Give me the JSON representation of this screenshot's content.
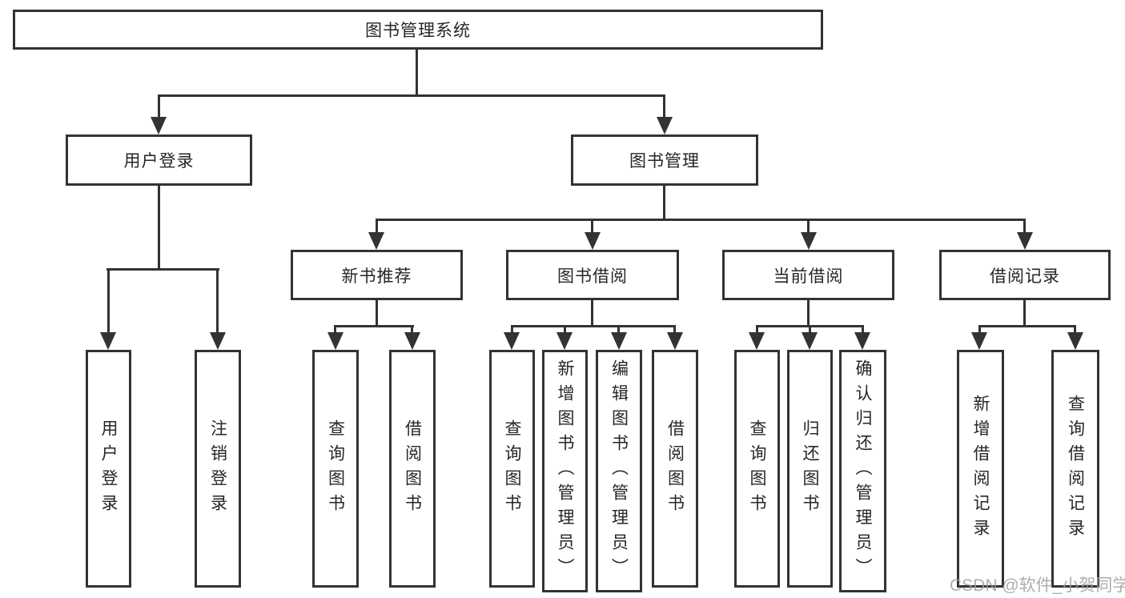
{
  "diagram_type": "hierarchy-tree",
  "colors": {
    "line": "#333333",
    "box_border": "#333333",
    "text": "#262626",
    "background": "#ffffff",
    "watermark": "#a0a0a0"
  },
  "tree": {
    "label": "图书管理系统",
    "children": [
      {
        "label": "用户登录",
        "children": [
          {
            "label": "用户登录"
          },
          {
            "label": "注销登录"
          }
        ]
      },
      {
        "label": "图书管理",
        "children": [
          {
            "label": "新书推荐",
            "children": [
              {
                "label": "查询图书"
              },
              {
                "label": "借阅图书"
              }
            ]
          },
          {
            "label": "图书借阅",
            "children": [
              {
                "label": "查询图书"
              },
              {
                "label": "新增图书（管理员）"
              },
              {
                "label": "编辑图书（管理员）"
              },
              {
                "label": "借阅图书"
              }
            ]
          },
          {
            "label": "当前借阅",
            "children": [
              {
                "label": "查询图书"
              },
              {
                "label": "归还图书"
              },
              {
                "label": "确认归还（管理员）"
              }
            ]
          },
          {
            "label": "借阅记录",
            "children": [
              {
                "label": "新增借阅记录"
              },
              {
                "label": "查询借阅记录"
              }
            ]
          }
        ]
      }
    ]
  },
  "watermark": {
    "text": "CSDN @软件_小贺同学"
  }
}
